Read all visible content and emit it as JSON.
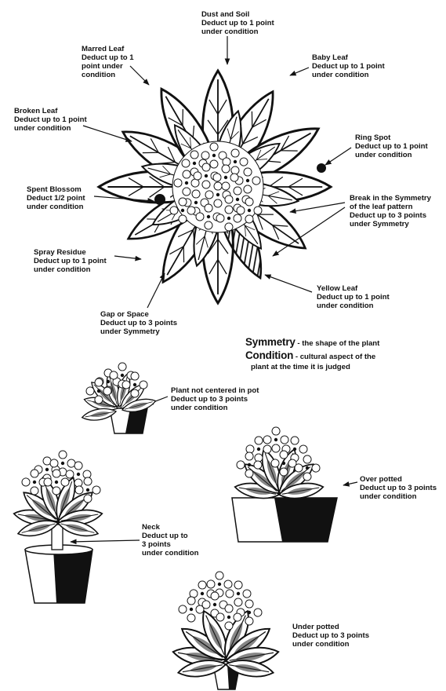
{
  "callouts": {
    "dust_soil": [
      "Dust and Soil",
      "Deduct up to 1 point",
      "under condition"
    ],
    "marred_leaf": [
      "Marred Leaf",
      "Deduct up to 1",
      "point under",
      "condition"
    ],
    "baby_leaf": [
      "Baby Leaf",
      "Deduct up to 1 point",
      "under condition"
    ],
    "broken_leaf": [
      "Broken Leaf",
      "Deduct up to 1 point",
      "under condition"
    ],
    "ring_spot": [
      "Ring Spot",
      "Deduct up to 1 point",
      "under condition"
    ],
    "spent_blossom": [
      "Spent Blossom",
      "Deduct 1/2 point",
      "under condition"
    ],
    "symmetry_break": [
      "Break in the Symmetry",
      "of the leaf pattern",
      "Deduct up to 3 points",
      "under Symmetry"
    ],
    "spray_residue": [
      "Spray Residue",
      "Deduct up to 1 point",
      "under condition"
    ],
    "yellow_leaf": [
      "Yellow Leaf",
      "Deduct up to 1 point",
      "under condition"
    ],
    "gap_space": [
      "Gap or Space",
      "Deduct up to 3 points",
      "under Symmetry"
    ],
    "not_centered": [
      "Plant not centered in pot",
      "Deduct up to 3 points",
      "under condition"
    ],
    "over_potted": [
      "Over potted",
      "Deduct up to 3 points",
      "under condition"
    ],
    "neck": [
      "Neck",
      "Deduct up to",
      "3 points",
      "under condition"
    ],
    "under_potted": [
      "Under potted",
      "Deduct up to 3 points",
      "under condition"
    ]
  },
  "definitions": {
    "symmetry_term": "Symmetry",
    "symmetry_desc": " - the shape of the plant",
    "condition_term": "Condition",
    "condition_desc": " - cultural aspect of the",
    "condition_cont": "plant at the time it is judged"
  }
}
